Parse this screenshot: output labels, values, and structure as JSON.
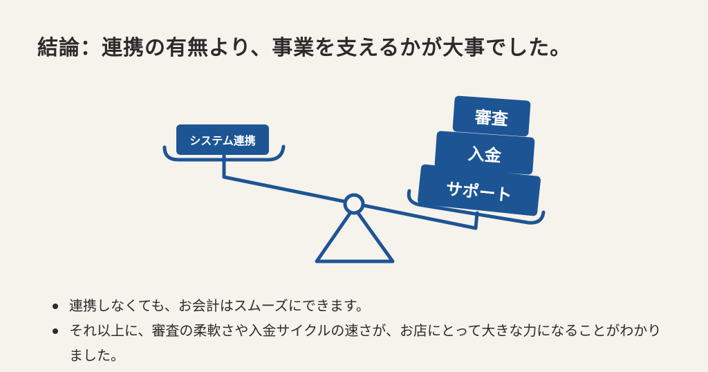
{
  "title": "結論：連携の有無より、事業を支えるかが大事でした。",
  "diagram": {
    "type": "balance-scale",
    "colors": {
      "primary": "#1d5594",
      "background": "#f6f2ec",
      "text": "#2b2b2b"
    },
    "left_pan": {
      "label": "システム連携",
      "position": "raised"
    },
    "right_pan": {
      "labels": [
        "審査",
        "入金",
        "サポート"
      ],
      "position": "lowered"
    }
  },
  "bullets": [
    "連携しなくても、お会計はスムーズにできます。",
    "それ以上に、審査の柔軟さや入金サイクルの速さが、お店にとって大きな力になることがわかりました。"
  ]
}
